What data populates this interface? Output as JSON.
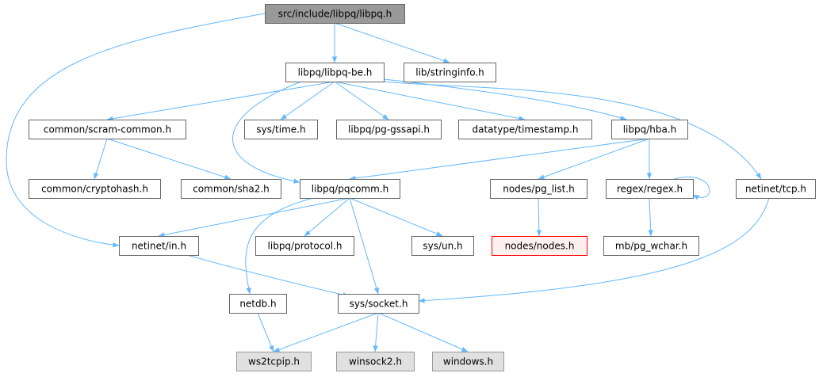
{
  "diagram": {
    "title": "src/include/libpq/libpq.h",
    "colors": {
      "edge": "#63b8ff",
      "node_border": "#666666",
      "root_fill": "#999999",
      "normal_fill": "#ffffff",
      "external_fill": "#e0e0e0",
      "external_border": "#999999",
      "truncated_border": "#ff0000",
      "truncated_fill": "#fff0f0"
    },
    "nodes": [
      {
        "id": "libpq",
        "label": "src/include/libpq/libpq.h",
        "style": "root"
      },
      {
        "id": "libpq_be",
        "label": "libpq/libpq-be.h",
        "style": "normal"
      },
      {
        "id": "stringinfo",
        "label": "lib/stringinfo.h",
        "style": "normal"
      },
      {
        "id": "scram",
        "label": "common/scram-common.h",
        "style": "normal"
      },
      {
        "id": "systime",
        "label": "sys/time.h",
        "style": "normal"
      },
      {
        "id": "gssapi",
        "label": "libpq/pg-gssapi.h",
        "style": "normal"
      },
      {
        "id": "timestamp",
        "label": "datatype/timestamp.h",
        "style": "normal"
      },
      {
        "id": "hba",
        "label": "libpq/hba.h",
        "style": "normal"
      },
      {
        "id": "cryptohash",
        "label": "common/cryptohash.h",
        "style": "normal"
      },
      {
        "id": "sha2",
        "label": "common/sha2.h",
        "style": "normal"
      },
      {
        "id": "pqcomm",
        "label": "libpq/pqcomm.h",
        "style": "normal"
      },
      {
        "id": "pglist",
        "label": "nodes/pg_list.h",
        "style": "normal"
      },
      {
        "id": "regex",
        "label": "regex/regex.h",
        "style": "normal"
      },
      {
        "id": "tcp",
        "label": "netinet/tcp.h",
        "style": "normal"
      },
      {
        "id": "in",
        "label": "netinet/in.h",
        "style": "normal"
      },
      {
        "id": "protocol",
        "label": "libpq/protocol.h",
        "style": "normal"
      },
      {
        "id": "sysun",
        "label": "sys/un.h",
        "style": "normal"
      },
      {
        "id": "nodes",
        "label": "nodes/nodes.h",
        "style": "truncated"
      },
      {
        "id": "pgwchar",
        "label": "mb/pg_wchar.h",
        "style": "normal"
      },
      {
        "id": "netdb",
        "label": "netdb.h",
        "style": "normal"
      },
      {
        "id": "socket",
        "label": "sys/socket.h",
        "style": "normal"
      },
      {
        "id": "ws2tcpip",
        "label": "ws2tcpip.h",
        "style": "external"
      },
      {
        "id": "winsock2",
        "label": "winsock2.h",
        "style": "external"
      },
      {
        "id": "windows",
        "label": "windows.h",
        "style": "external"
      }
    ],
    "edges": [
      {
        "from": "libpq",
        "to": "libpq_be"
      },
      {
        "from": "libpq",
        "to": "stringinfo"
      },
      {
        "from": "libpq",
        "to": "in"
      },
      {
        "from": "libpq_be",
        "to": "scram"
      },
      {
        "from": "libpq_be",
        "to": "systime"
      },
      {
        "from": "libpq_be",
        "to": "gssapi"
      },
      {
        "from": "libpq_be",
        "to": "timestamp"
      },
      {
        "from": "libpq_be",
        "to": "hba"
      },
      {
        "from": "libpq_be",
        "to": "pqcomm"
      },
      {
        "from": "libpq_be",
        "to": "tcp"
      },
      {
        "from": "scram",
        "to": "cryptohash"
      },
      {
        "from": "scram",
        "to": "sha2"
      },
      {
        "from": "hba",
        "to": "pqcomm"
      },
      {
        "from": "hba",
        "to": "pglist"
      },
      {
        "from": "hba",
        "to": "regex"
      },
      {
        "from": "regex",
        "to": "regex"
      },
      {
        "from": "regex",
        "to": "pgwchar"
      },
      {
        "from": "pglist",
        "to": "nodes"
      },
      {
        "from": "pqcomm",
        "to": "in"
      },
      {
        "from": "pqcomm",
        "to": "protocol"
      },
      {
        "from": "pqcomm",
        "to": "sysun"
      },
      {
        "from": "pqcomm",
        "to": "netdb"
      },
      {
        "from": "pqcomm",
        "to": "socket"
      },
      {
        "from": "in",
        "to": "socket"
      },
      {
        "from": "tcp",
        "to": "socket"
      },
      {
        "from": "netdb",
        "to": "ws2tcpip"
      },
      {
        "from": "socket",
        "to": "ws2tcpip"
      },
      {
        "from": "socket",
        "to": "winsock2"
      },
      {
        "from": "socket",
        "to": "windows"
      }
    ]
  }
}
